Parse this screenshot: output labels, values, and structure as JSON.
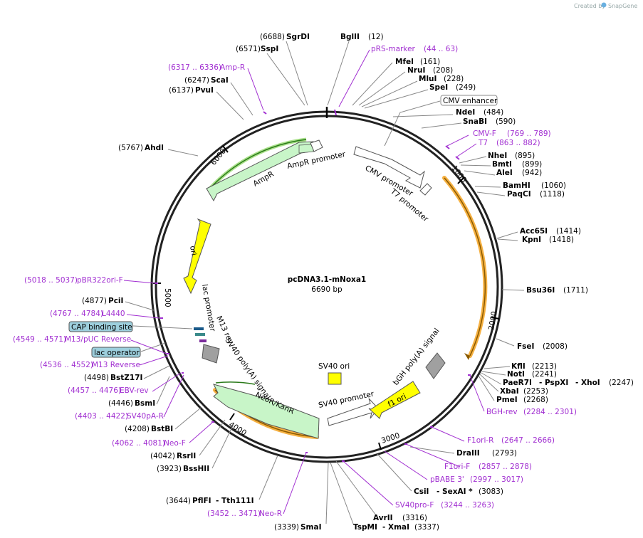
{
  "header": {
    "credit_text": "Created by",
    "brand": "SnapGene"
  },
  "plasmid": {
    "name": "pcDNA3.1-mNoxa1",
    "length_label": "6690 bp"
  },
  "ticks": [
    "1000",
    "2000",
    "3000",
    "4000",
    "5000",
    "6000"
  ],
  "sites": [
    {
      "name": "SgrDI",
      "pos": "(6688)"
    },
    {
      "name": "BglII",
      "pos": "(12)"
    },
    {
      "name": "SspI",
      "pos": "(6571)"
    },
    {
      "name": "MfeI",
      "pos": "(161)"
    },
    {
      "name": "NruI",
      "pos": "(208)"
    },
    {
      "name": "MluI",
      "pos": "(228)"
    },
    {
      "name": "SpeI",
      "pos": "(249)"
    },
    {
      "name": "ScaI",
      "pos": "(6247)"
    },
    {
      "name": "PvuI",
      "pos": "(6137)"
    },
    {
      "name": "NdeI",
      "pos": "(484)"
    },
    {
      "name": "SnaBI",
      "pos": "(590)"
    },
    {
      "name": "AhdI",
      "pos": "(5767)"
    },
    {
      "name": "NheI",
      "pos": "(895)"
    },
    {
      "name": "BmtI",
      "pos": "(899)"
    },
    {
      "name": "AleI",
      "pos": "(942)"
    },
    {
      "name": "BamHI",
      "pos": "(1060)"
    },
    {
      "name": "PaqCI",
      "pos": "(1118)"
    },
    {
      "name": "Acc65I",
      "pos": "(1414)"
    },
    {
      "name": "KpnI",
      "pos": "(1418)"
    },
    {
      "name": "Bsu36I",
      "pos": "(1711)"
    },
    {
      "name": "PciI",
      "pos": "(4877)"
    },
    {
      "name": "FseI",
      "pos": "(2008)"
    },
    {
      "name": "KflI",
      "pos": "(2213)"
    },
    {
      "name": "NotI",
      "pos": "(2241)"
    },
    {
      "name": "PaeR7I",
      "pos": ""
    },
    {
      "name": "- PspXI",
      "pos": ""
    },
    {
      "name": "- XhoI",
      "pos": "(2247)"
    },
    {
      "name": "XbaI",
      "pos": "(2253)"
    },
    {
      "name": "PmeI",
      "pos": "(2268)"
    },
    {
      "name": "BstZ17I",
      "pos": "(4498)"
    },
    {
      "name": "BsmI",
      "pos": "(4446)"
    },
    {
      "name": "BstBI",
      "pos": "(4208)"
    },
    {
      "name": "RsrII",
      "pos": "(4042)"
    },
    {
      "name": "BssHII",
      "pos": "(3923)"
    },
    {
      "name": "DraIII",
      "pos": "(2793)"
    },
    {
      "name": "CsiI",
      "pos": "- SexAI *"
    },
    {
      "name": "PflFI",
      "pos": "- Tth111I"
    },
    {
      "name": "AvrII",
      "pos": "(3316)"
    },
    {
      "name": "SmaI",
      "pos": "(3339)"
    },
    {
      "name": "TspMI",
      "pos": "- XmaI"
    }
  ],
  "extra_positions": {
    "sexai": "(3083)",
    "pflfi": "(3644)",
    "xmai": "(3337)"
  },
  "primers": [
    {
      "name": "pRS-marker",
      "range": "(44 .. 63)"
    },
    {
      "name": "Amp-R",
      "range": "(6317 .. 6336)"
    },
    {
      "name": "CMV-F",
      "range": "(769 .. 789)"
    },
    {
      "name": "T7",
      "range": "(863 .. 882)"
    },
    {
      "name": "pBR322ori-F",
      "range": "(5018 .. 5037)"
    },
    {
      "name": "L4440",
      "range": "(4767 .. 4784)"
    },
    {
      "name": "M13/pUC Reverse",
      "range": "(4549 .. 4571)"
    },
    {
      "name": "M13 Reverse",
      "range": "(4536 .. 4552)"
    },
    {
      "name": "EBV-rev",
      "range": "(4457 .. 4476)"
    },
    {
      "name": "SV40pA-R",
      "range": "(4403 .. 4422)"
    },
    {
      "name": "Neo-F",
      "range": "(4062 .. 4081)"
    },
    {
      "name": "BGH-rev",
      "range": "(2284 .. 2301)"
    },
    {
      "name": "F1ori-R",
      "range": "(2647 .. 2666)"
    },
    {
      "name": "F1ori-F",
      "range": "(2857 .. 2878)"
    },
    {
      "name": "pBABE 3'",
      "range": "(2997 .. 3017)"
    },
    {
      "name": "SV40pro-F",
      "range": "(3244 .. 3263)"
    },
    {
      "name": "Neo-R",
      "range": "(3452 .. 3471)"
    }
  ],
  "boxed_labels": [
    "CMV enhancer",
    "CAP binding site",
    "lac operator"
  ],
  "features": [
    "AmpR promoter",
    "AmpR",
    "CMV promoter",
    "T7 promoter",
    "ori",
    "lac promoter",
    "M13 rev",
    "SV40 poly(A) signal",
    "NeoR/KanR",
    "SV40 ori",
    "SV40 promoter",
    "bGH poly(A) signal",
    "f1 ori"
  ],
  "colors": {
    "primer": "#a12fd1",
    "ori": "#ffff00",
    "ampr": "#c8f5c8",
    "promoter": "#ffffff",
    "polya": "#a0a0a0",
    "f1ori": "#ffff00",
    "orf_highlight": "#f5b041"
  }
}
